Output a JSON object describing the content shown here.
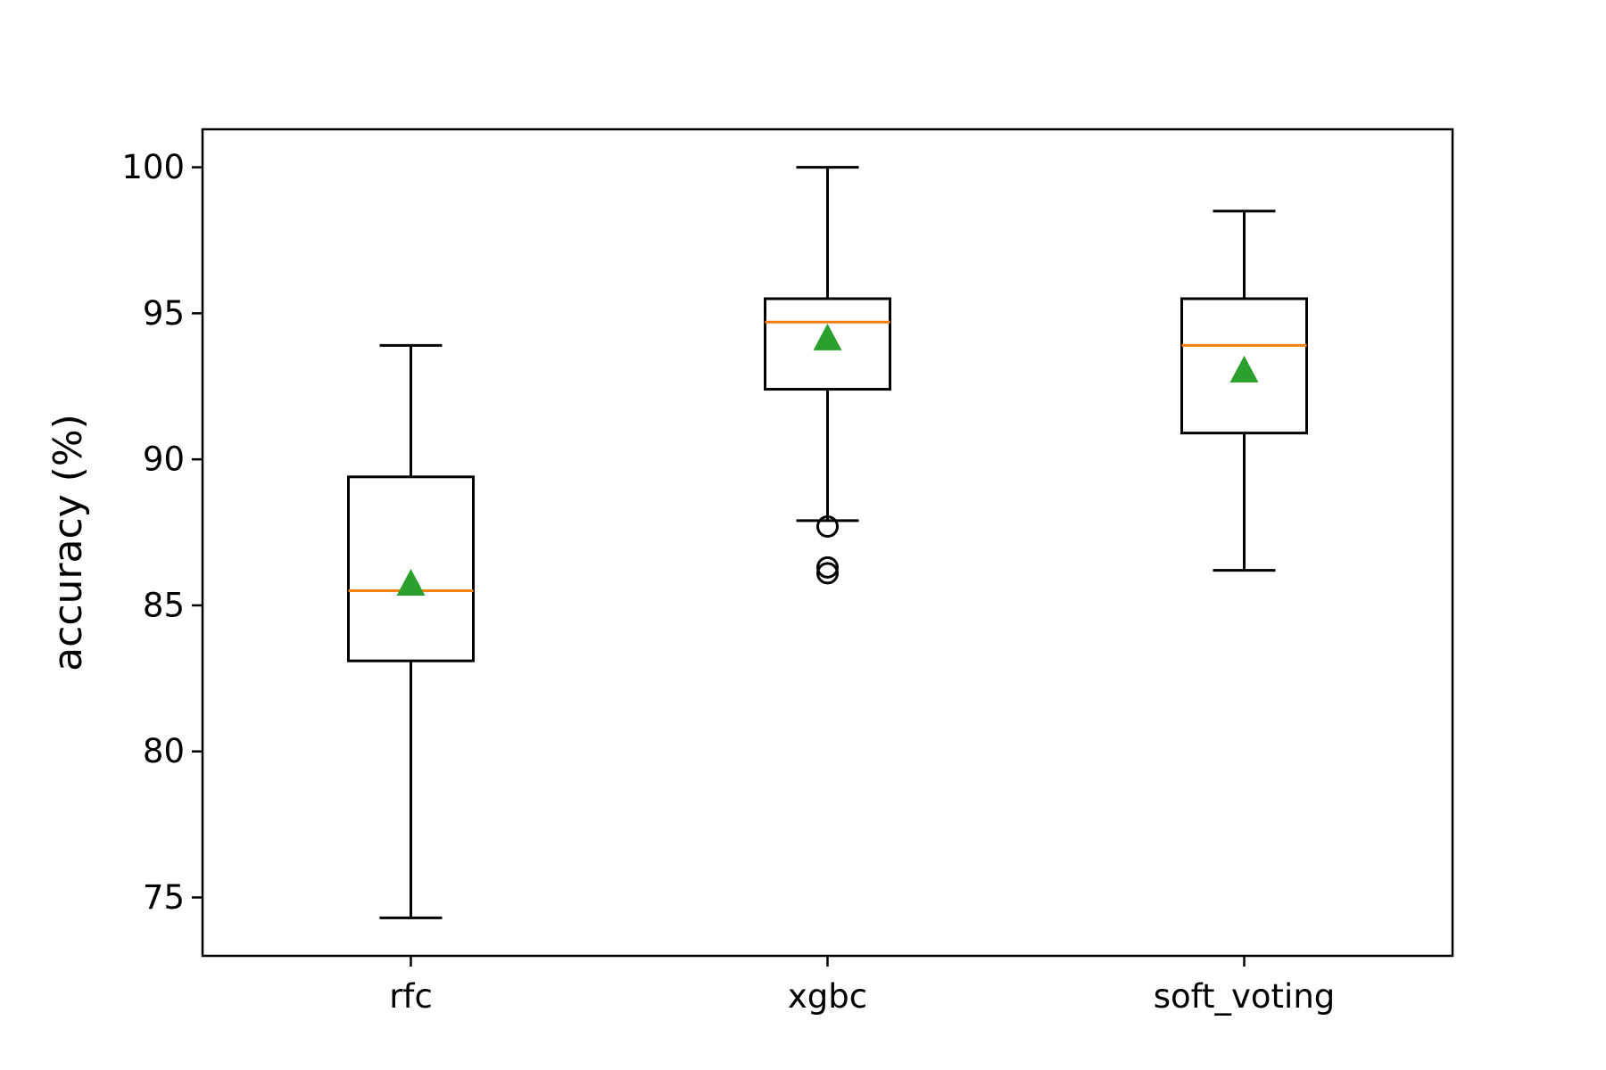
{
  "chart_data": {
    "type": "box",
    "xlabel": "",
    "ylabel": "accuracy (%)",
    "ylim": [
      73.0,
      101.3
    ],
    "yticks": [
      75,
      80,
      85,
      90,
      95,
      100
    ],
    "ytick_labels": [
      "75",
      "80",
      "85",
      "90",
      "95",
      "100"
    ],
    "categories": [
      "rfc",
      "xgbc",
      "soft_voting"
    ],
    "grid": false,
    "legend": "none",
    "colors": {
      "box": "#000000",
      "median": "#ff7f0e",
      "mean_marker": "#2ca02c",
      "outlier": "#000000"
    },
    "boxes": [
      {
        "name": "rfc",
        "whisker_low": 74.3,
        "q1": 83.1,
        "median": 85.5,
        "q3": 89.4,
        "whisker_high": 93.9,
        "mean": 85.7,
        "outliers": []
      },
      {
        "name": "xgbc",
        "whisker_low": 87.9,
        "q1": 92.4,
        "median": 94.7,
        "q3": 95.5,
        "whisker_high": 100.0,
        "mean": 94.1,
        "outliers": [
          87.7,
          86.3,
          86.1
        ]
      },
      {
        "name": "soft_voting",
        "whisker_low": 86.2,
        "q1": 90.9,
        "median": 93.9,
        "q3": 95.5,
        "whisker_high": 98.5,
        "mean": 93.0,
        "outliers": []
      }
    ]
  }
}
